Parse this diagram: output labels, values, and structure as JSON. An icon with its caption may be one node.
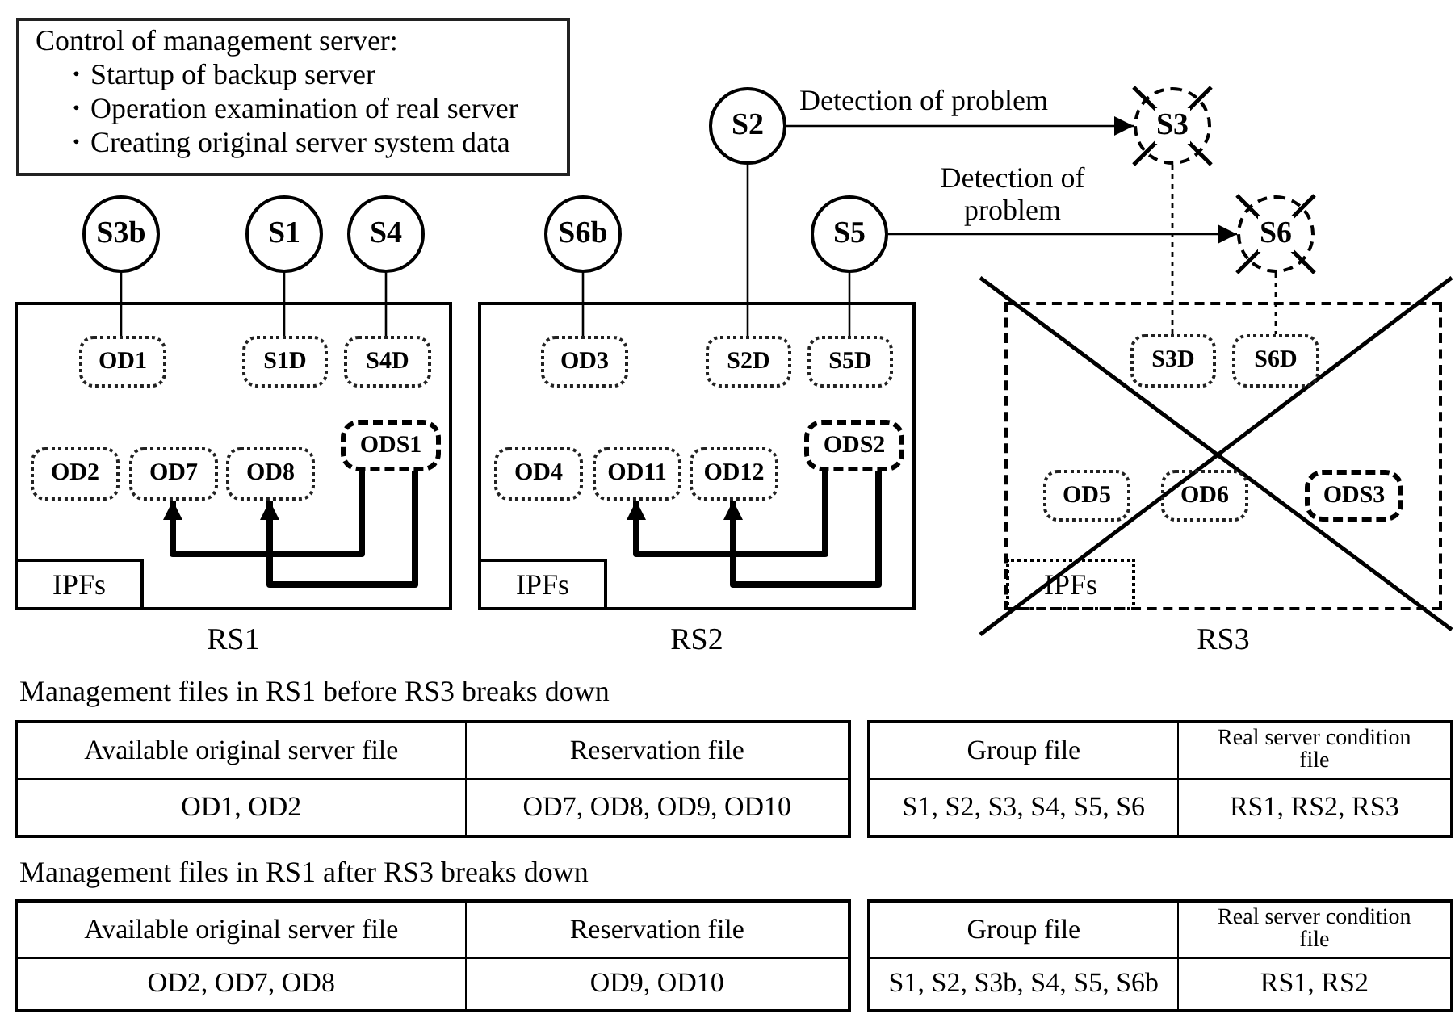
{
  "diagram": {
    "nodes": [
      {
        "text": [
          "Control of management server:",
          "・Startup of backup server",
          "・Operation examination of real server",
          "・Creating original server system data"
        ]
      },
      {
        "text": [
          "S3b"
        ]
      },
      {
        "text": [
          "S1"
        ]
      },
      {
        "text": [
          "S4"
        ]
      },
      {
        "text": [
          "S6b"
        ]
      },
      {
        "text": [
          "S2"
        ]
      },
      {
        "text": [
          "S5"
        ]
      },
      {
        "text": [
          "S3"
        ]
      },
      {
        "text": [
          "S6"
        ]
      },
      {
        "text": [
          "RS1"
        ]
      },
      {
        "text": [
          "OD1"
        ],
        "in": 9
      },
      {
        "text": [
          "S1D"
        ],
        "in": 9
      },
      {
        "text": [
          "S4D"
        ],
        "in": 9
      },
      {
        "text": [
          "OD2"
        ],
        "in": 9
      },
      {
        "text": [
          "OD7"
        ],
        "in": 9
      },
      {
        "text": [
          "OD8"
        ],
        "in": 9
      },
      {
        "text": [
          "ODS1"
        ],
        "in": 9
      },
      {
        "text": [
          "IPFs"
        ],
        "in": 9
      },
      {
        "text": [
          "RS2"
        ]
      },
      {
        "text": [
          "OD3"
        ],
        "in": 18
      },
      {
        "text": [
          "S2D"
        ],
        "in": 18
      },
      {
        "text": [
          "S5D"
        ],
        "in": 18
      },
      {
        "text": [
          "OD4"
        ],
        "in": 18
      },
      {
        "text": [
          "OD11"
        ],
        "in": 18
      },
      {
        "text": [
          "OD12"
        ],
        "in": 18
      },
      {
        "text": [
          "ODS2"
        ],
        "in": 18
      },
      {
        "text": [
          "IPFs"
        ],
        "in": 18
      },
      {
        "text": [
          "RS3"
        ]
      },
      {
        "text": [
          "S3D"
        ],
        "in": 27
      },
      {
        "text": [
          "S6D"
        ],
        "in": 27
      },
      {
        "text": [
          "OD5"
        ],
        "in": 27
      },
      {
        "text": [
          "OD6"
        ],
        "in": 27
      },
      {
        "text": [
          "ODS3"
        ],
        "in": 27
      },
      {
        "text": [
          "IPFs"
        ],
        "in": 27
      }
    ],
    "edges": [
      {
        "from": 1,
        "to": 10,
        "arrow": "none"
      },
      {
        "from": 2,
        "to": 11,
        "arrow": "none"
      },
      {
        "from": 3,
        "to": 12,
        "arrow": "none"
      },
      {
        "from": 4,
        "to": 19,
        "arrow": "none"
      },
      {
        "from": 5,
        "to": 20,
        "arrow": "none"
      },
      {
        "from": 6,
        "to": 21,
        "arrow": "none"
      },
      {
        "from": 5,
        "to": 7,
        "arrow": "to",
        "label": "Detection of problem"
      },
      {
        "from": 6,
        "to": 8,
        "arrow": "to",
        "label": "Detection of problem"
      },
      {
        "from": 7,
        "to": 28,
        "arrow": "none",
        "style": "dashed"
      },
      {
        "from": 8,
        "to": 29,
        "arrow": "none",
        "style": "dashed"
      },
      {
        "from": 16,
        "to": 14,
        "arrow": "to",
        "style": "thick"
      },
      {
        "from": 16,
        "to": 15,
        "arrow": "to",
        "style": "thick"
      },
      {
        "from": 25,
        "to": 23,
        "arrow": "to",
        "style": "thick"
      },
      {
        "from": 25,
        "to": 24,
        "arrow": "to",
        "style": "thick"
      }
    ],
    "labels": [
      "Management files in RS1 before RS3 breaks down",
      "Available original server file",
      "Reservation file",
      "Group file",
      "Real server condition file",
      "OD1, OD2",
      "OD7, OD8, OD9, OD10",
      "S1, S2, S3, S4, S5, S6",
      "RS1, RS2, RS3",
      "Management files in RS1 after RS3 breaks down",
      "Available original server file",
      "Reservation file",
      "Group file",
      "Real server condition file",
      "OD2, OD7, OD8",
      "OD9, OD10",
      "S1, S2, S3b, S4, S5, S6b",
      "RS1, RS2"
    ]
  }
}
